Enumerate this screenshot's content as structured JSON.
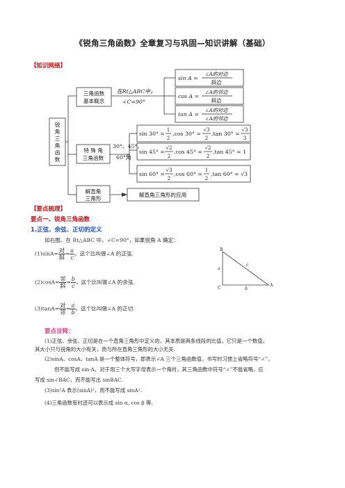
{
  "title": "《锐角三角函数》全章复习与巩固—知识讲解（基础）",
  "network_header": "【知识网络】",
  "diagram": {
    "root": [
      "锐",
      "角",
      "三",
      "角",
      "函",
      "数"
    ],
    "node_basic": [
      "三角函数",
      "基本概念"
    ],
    "note_basic_1": "在Rt△ABC中，",
    "note_basic_2": "∠C=90°",
    "sin_left": "sin A =",
    "sin_num": "∠A的对边",
    "sin_den": "斜边",
    "cos_left": "cos A =",
    "cos_num": "∠A的邻边",
    "cos_den": "斜边",
    "tan_left": "tan A =",
    "tan_num": "∠A的对边",
    "tan_den": "∠A的邻边",
    "node_special": [
      "特 殊 角",
      "三角函数"
    ],
    "note_special_1": "30°、45°、",
    "note_special_2": "60°角",
    "row30": {
      "a": "sin 30° =",
      "a_num": "1",
      "a_den": "2",
      "b": ",cos 30° =",
      "b_num": "√3",
      "b_den": "2",
      "c": ",tan 30° =",
      "c_num": "√3",
      "c_den": "3"
    },
    "row45": {
      "a": "sin 45° =",
      "a_num": "√2",
      "a_den": "2",
      "b": ",cos 45° =",
      "b_num": "√2",
      "b_den": "2",
      "c": ",tan 45° = 1"
    },
    "row60": {
      "a": "sin 60° =",
      "a_num": "√3",
      "a_den": "2",
      "b": ",cos 60° =",
      "b_num": "1",
      "b_den": "2",
      "c": ",tan 60° = √3"
    },
    "node_solve": [
      "解直角",
      "三角形"
    ],
    "solve_app": "解直角三角形的应用"
  },
  "points_header": "【要点梳理】",
  "point1_title": "要点一、锐角三角函数",
  "sub1_title": "1.正弦、余弦、正切的定义",
  "intro": "如右图、在 Rt△ABC 中，∠C=90°，如果锐角 A 确定：",
  "defs": [
    {
      "prefix": "(1)sinA=",
      "w_num": "对",
      "w_den": "斜",
      "eq": "=",
      "l_num": "a",
      "l_den": "c",
      "suffix": "，这个比叫做∠A 的正弦."
    },
    {
      "prefix": "(2)cosA=",
      "w_num": "邻",
      "w_den": "斜",
      "eq": "=",
      "l_num": "b",
      "l_den": "c",
      "suffix": "，这个比叫做∠A 的余弦."
    },
    {
      "prefix": "(3)tanA=",
      "w_num": "对",
      "w_den": "邻",
      "eq": "=",
      "l_num": "a",
      "l_den": "b",
      "suffix": "，这个比叫做∠A 的正切."
    }
  ],
  "triangle": {
    "B": "B",
    "C": "C",
    "A": "A",
    "a": "a",
    "b": "b",
    "c": "c"
  },
  "notes_title": "要点诠释：",
  "notes": [
    "(1)正弦、余弦、正切是在一个直角三角形中定义的，其本质是两条线段的比值，它只是一个数值，",
    "其大小只与锐角的大小有关，而与所在直角三角形的大小无关.",
    "(2)sinA、cosA、tanA 是一个整体符号，即表示∠A 三个三角函数值，书写时习惯上省略符号“∠”，",
    "但不能写成 sin·A，对于用三个大写字母表示一个角时，其三角函数中符号“∠”不能省略，应",
    "写成 sin∠BAC，而不能写出 sinBAC.",
    "(3)sin²A 表示(sinA)²，而不能写成 sinA².",
    "(4)三角函数有时还可以表示成 sin α, cos β 等."
  ]
}
